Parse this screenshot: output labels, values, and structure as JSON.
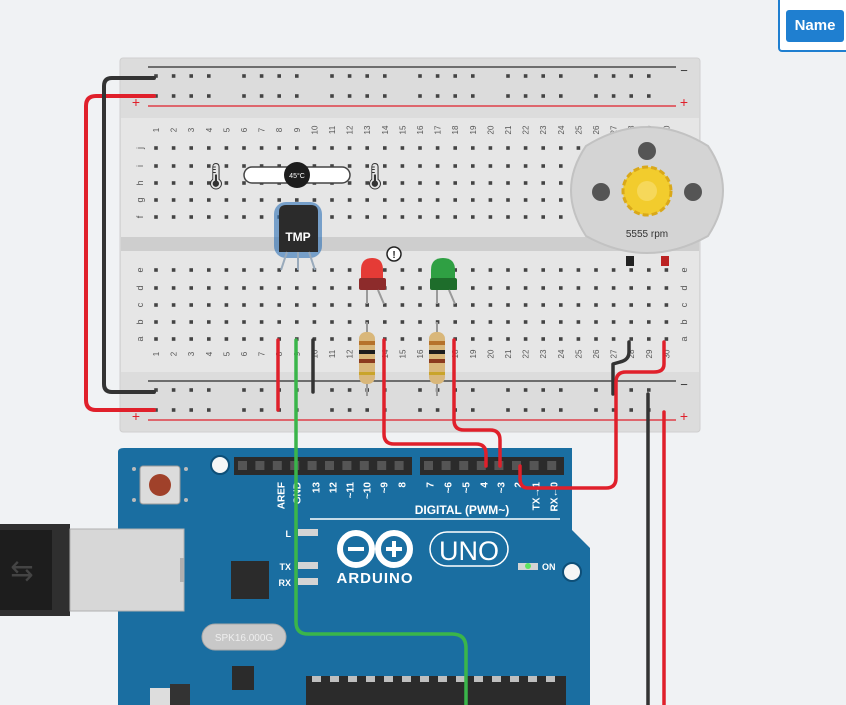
{
  "toolbar": {
    "name_label": "Name"
  },
  "breadboard": {
    "columns": [
      "1",
      "2",
      "3",
      "4",
      "5",
      "6",
      "7",
      "8",
      "9",
      "10",
      "11",
      "12",
      "13",
      "14",
      "15",
      "16",
      "17",
      "18",
      "19",
      "20",
      "21",
      "22",
      "23",
      "24",
      "25",
      "26",
      "27",
      "28",
      "29",
      "30"
    ],
    "rows_top": [
      "j",
      "i",
      "h",
      "g",
      "f"
    ],
    "rows_bottom": [
      "e",
      "d",
      "c",
      "b",
      "a"
    ],
    "rail_minus": "−",
    "rail_plus": "+"
  },
  "components": {
    "temp_sensor_label": "TMP",
    "slider_value": "45°C",
    "motor_speed": "5555 rpm",
    "warning_glyph": "!"
  },
  "arduino": {
    "pin_labels": [
      "AREF",
      "GND",
      "13",
      "12",
      "~11",
      "~10",
      "~9",
      "8",
      "7",
      "~6",
      "~5",
      "4",
      "~3",
      "2",
      "TX→1",
      "RX←0"
    ],
    "digital_label": "DIGITAL (PWM~)",
    "uno_label": "UNO",
    "brand_label": "ARDUINO",
    "led_l": "L",
    "led_tx": "TX",
    "led_rx": "RX",
    "on_label": "ON",
    "crystal_label": "SPK16.000G"
  },
  "colors": {
    "wire_red": "#e0202b",
    "wire_black": "#333333",
    "wire_green": "#3ab54a",
    "board_blue": "#1a6ea1",
    "accent": "#1f7fd0"
  }
}
